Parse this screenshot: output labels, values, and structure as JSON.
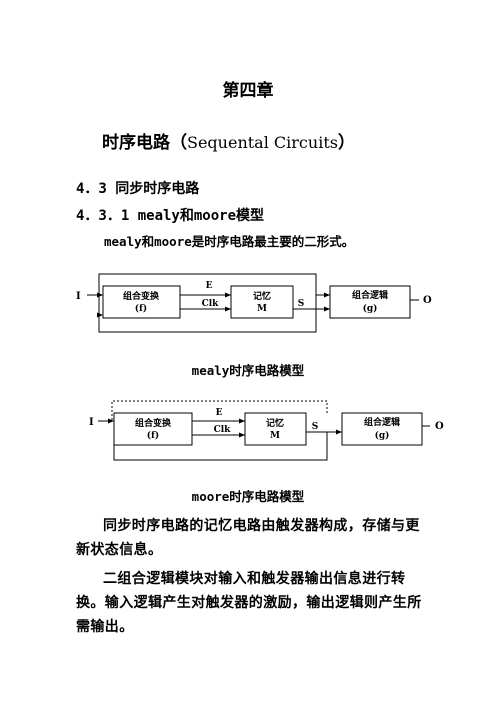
{
  "chapter": "第四章",
  "title": {
    "cn": "时序电路（",
    "en": "Sequental Circuits",
    "close": "）"
  },
  "section_1": "4．3 同步时序电路",
  "section_2": "4．3．1 mealy和moore模型",
  "intro": "mealy和moore是时序电路最主要的二形式。",
  "diagram_mealy": {
    "input_label": "I",
    "block1": {
      "title": "组合变换",
      "sub": "(f)"
    },
    "signal_e": "E",
    "signal_clk": "Clk",
    "block2": {
      "title": "记忆",
      "sub": "M"
    },
    "signal_s": "S",
    "block3": {
      "title": "组合逻辑",
      "sub": "(g)"
    },
    "output_label": "O",
    "caption": "mealy时序电路模型"
  },
  "diagram_moore": {
    "input_label": "I",
    "block1": {
      "title": "组合变换",
      "sub": "(f)"
    },
    "signal_e": "E",
    "signal_clk": "Clk",
    "block2": {
      "title": "记忆",
      "sub": "M"
    },
    "signal_s": "S",
    "block3": {
      "title": "组合逻辑",
      "sub": "(g)"
    },
    "output_label": "O",
    "caption": "moore时序电路模型"
  },
  "paragraph_1": "同步时序电路的记忆电路由触发器构成，存储与更新状态信息。",
  "paragraph_2": "二组合逻辑模块对输入和触发器输出信息进行转换。输入逻辑产生对触发器的激励，输出逻辑则产生所需输出。"
}
